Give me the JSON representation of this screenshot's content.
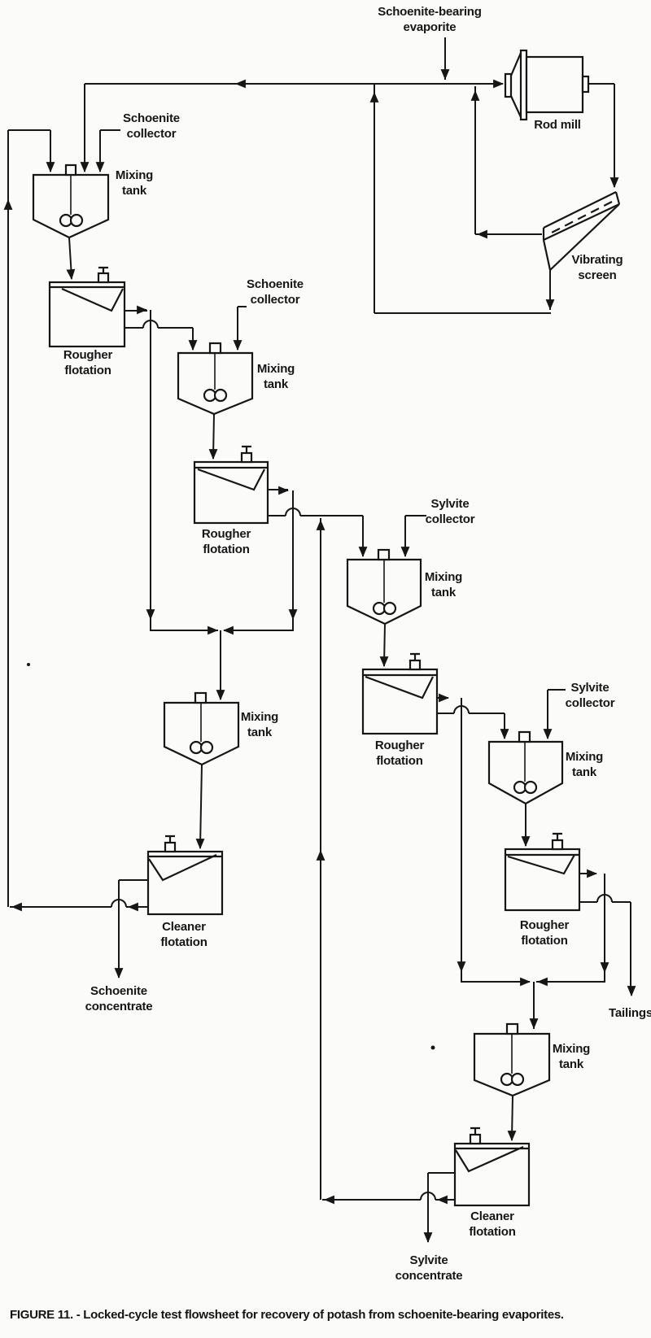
{
  "page": {
    "background": "#fbfbf9",
    "ink": "#161616"
  },
  "caption": "FIGURE 11. - Locked-cycle test flowsheet for recovery of potash from schoenite-bearing evaporites.",
  "labels": {
    "feed_material": "Schoenite-bearing\nevaporite",
    "rod_mill": "Rod mill",
    "vibrating_screen": "Vibrating\nscreen",
    "schoenite_collector_a": "Schoenite\ncollector",
    "schoenite_collector_b": "Schoenite\ncollector",
    "sylvite_collector_a": "Sylvite\ncollector",
    "sylvite_collector_b": "Sylvite\ncollector",
    "mixing_tank_1": "Mixing\ntank",
    "mixing_tank_2": "Mixing\ntank",
    "mixing_tank_3": "Mixing\ntank",
    "mixing_tank_4": "Mixing\ntank",
    "mixing_tank_5": "Mixing\ntank",
    "mixing_tank_6": "Mixing\ntank",
    "rougher_flotation_1": "Rougher\nflotation",
    "rougher_flotation_2": "Rougher\nflotation",
    "rougher_flotation_3": "Rougher\nflotation",
    "rougher_flotation_4": "Rougher\nflotation",
    "cleaner_flotation_1": "Cleaner\nflotation",
    "cleaner_flotation_2": "Cleaner\nflotation",
    "schoenite_concentrate": "Schoenite\nconcentrate",
    "sylvite_concentrate": "Sylvite\nconcentrate",
    "tailings": "Tailings"
  }
}
